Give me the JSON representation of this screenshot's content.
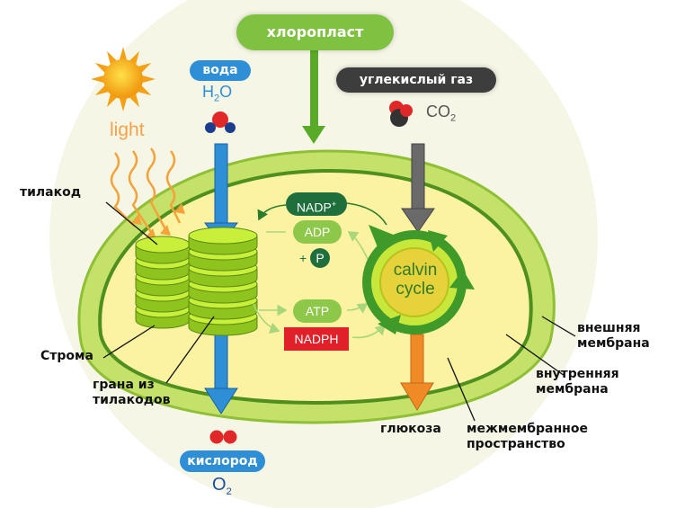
{
  "title": "хлоропласт",
  "inputs": {
    "water_label": "вода",
    "water_formula_main": "H",
    "water_formula_sub": "2",
    "water_formula_end": "O",
    "co2_label": "углекислый газ",
    "co2_formula_main": "CO",
    "co2_formula_sub": "2",
    "light_label": "light"
  },
  "outputs": {
    "oxygen_label": "кислород",
    "oxygen_formula_main": "O",
    "oxygen_formula_sub": "2",
    "glucose_label": "глюкоза"
  },
  "molecules": {
    "nadp_main": "NADP",
    "nadp_sup": "+",
    "adp": "ADP",
    "plus": "+",
    "p": "P",
    "atp": "ATP",
    "nadph": "NADPH"
  },
  "calvin": {
    "line1": "calvin",
    "line2": "cycle"
  },
  "parts": {
    "thylakoid": "тилакод",
    "stroma": "Строма",
    "grana_line1": "грана из",
    "grana_line2": "тилакодов",
    "outer_membrane_line1": "внешняя",
    "outer_membrane_line2": "мембрана",
    "inner_membrane_line1": "внутренняя",
    "inner_membrane_line2": "мембрана",
    "intermembrane_line1": "межмембранное",
    "intermembrane_line2": "пространство"
  },
  "colors": {
    "outer_membrane": "#9ccc3c",
    "stroma_fill": "#fbf2a2",
    "inner_membrane": "#4f8f1e",
    "thylakoid": "#b5e61d",
    "blue_arrow": "#2f8fd6",
    "orange_arrow": "#f08a24",
    "gray_arrow": "#6a6a6a",
    "green_pill": "#7fc242",
    "dark_pill": "#3d3d3d",
    "nadp_green": "#1f6f3c",
    "nadph_red": "#e0212a"
  }
}
